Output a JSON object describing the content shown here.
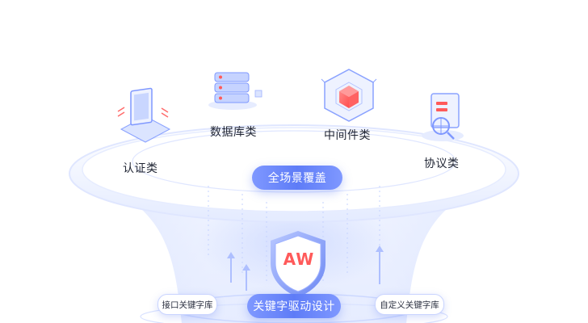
{
  "categories": {
    "auth": "认证类",
    "database": "数据库类",
    "middleware": "中间件类",
    "protocol": "协议类"
  },
  "center_pill": "全场景覆盖",
  "shield": {
    "text": "AW"
  },
  "bottom_pill": "关键字驱动设计",
  "chips": {
    "left": "接口关键字库",
    "right": "自定义关键字库"
  },
  "colors": {
    "accent": "#5e7cf7",
    "accent_light": "#8aa2ff",
    "icon_red": "#ff5a5a",
    "ring": "#dfe6ff"
  },
  "icons": [
    "monitor-icon",
    "server-stack-icon",
    "cube-icon",
    "document-search-icon",
    "shield-icon"
  ]
}
